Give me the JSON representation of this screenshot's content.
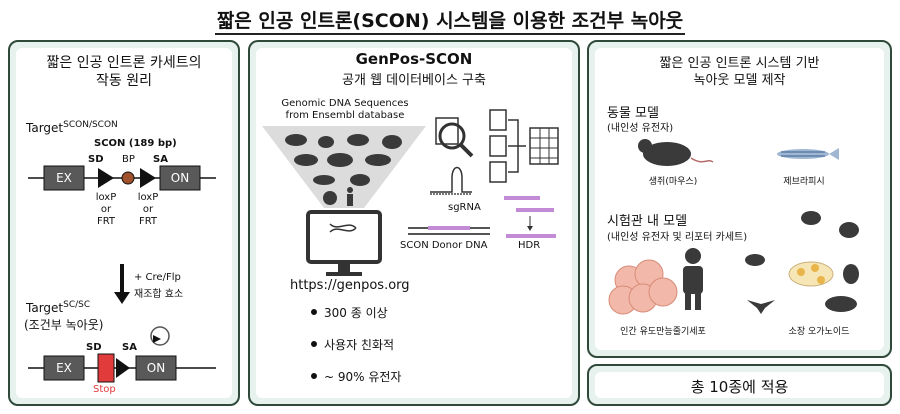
{
  "title": "짧은 인공 인트론(SCON) 시스템을 이용한 조건부 녹아웃",
  "left": {
    "heading_line1": "짧은 인공 인트론 카세트의",
    "heading_line2": "작동 원리",
    "target1_base": "Target",
    "target1_sup": "SCON/SCON",
    "scon_bp": "SCON (189 bp)",
    "sd": "SD",
    "bp": "BP",
    "sa": "SA",
    "ex": "EX",
    "on": "ON",
    "loxp": "loxP",
    "or": "or",
    "frt": "FRT",
    "cre_flp": "+ Cre/Flp",
    "recomb_eff": "재조합 효소",
    "target2_base": "Target",
    "target2_sup": "SC/SC",
    "ko_label": "(조건부 녹아웃)",
    "sd2": "SD",
    "sa2": "SA",
    "ex2": "EX",
    "on2": "ON",
    "stop": "Stop"
  },
  "middle": {
    "heading_line1": "GenPos-SCON",
    "heading_line2": "공개 웹 데이터베이스 구축",
    "source_line1": "Genomic DNA Sequences",
    "source_line2": "from Ensembl database",
    "sgrna": "sgRNA",
    "donor": "SCON Donor DNA",
    "hdr": "HDR",
    "url": "https://genpos.org",
    "bullets": [
      "300 종 이상",
      "사용자 친화적",
      "~ 90% 유전자"
    ]
  },
  "right": {
    "heading_line1": "짧은 인공 인트론 시스템 기반",
    "heading_line2": "녹아웃 모델 제작",
    "animal_title": "동물 모델",
    "animal_sub": "(내인성 유전자)",
    "mouse": "생쥐(마우스)",
    "zebrafish": "제브라피시",
    "vitro_title": "시험관 내 모델",
    "vitro_sub": "(내인성 유전자 및 리포터 카세트)",
    "stem": "인간 유도만능줄기세포",
    "organoid": "소장 오가노이드",
    "summary": "총 10종에 적용"
  },
  "colors": {
    "panel_border": "#2f4a3a",
    "panel_bg": "#e7f1ee",
    "exon_fill": "#595959",
    "bp_circle": "#a0522d",
    "stop_red": "#e23b3b",
    "animal_gray": "#3a3a3a"
  }
}
